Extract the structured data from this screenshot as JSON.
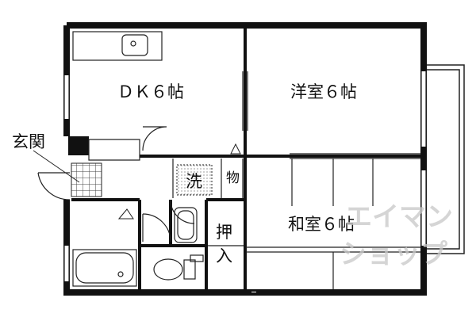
{
  "rooms": {
    "dk": "ＤＫ６帖",
    "western": "洋室６帖",
    "japanese": "和室６帖"
  },
  "labels": {
    "entrance": "玄関",
    "wash": "洗",
    "storage": "物",
    "closet_top": "押",
    "closet_bottom": "入"
  },
  "watermark": {
    "line1": "エイマン",
    "line2": "ショップ"
  }
}
